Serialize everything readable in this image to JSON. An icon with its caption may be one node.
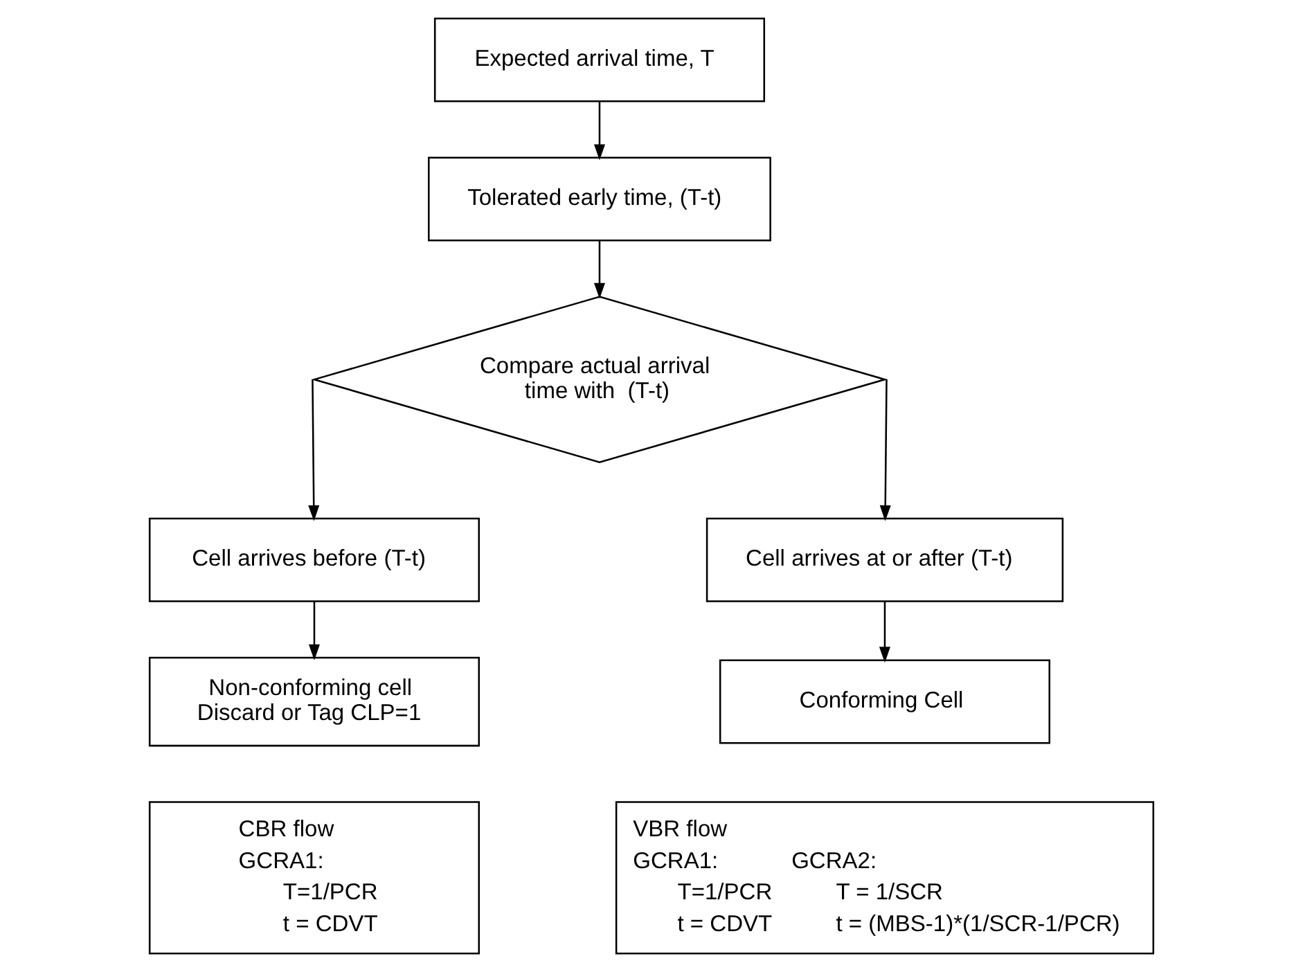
{
  "diagram": {
    "nodes": [
      {
        "text": [
          "Expected arrival time, T"
        ]
      },
      {
        "text": [
          "Tolerated early time, (T-t)"
        ]
      },
      {
        "text": [
          "Compare actual arrival time with  (T-t)"
        ]
      },
      {
        "text": [
          "Cell arrives before (T-t)"
        ]
      },
      {
        "text": [
          "Cell arrives at or after (T-t)"
        ]
      },
      {
        "text": [
          "Non-conforming cell Discard or Tag CLP=1"
        ]
      },
      {
        "text": [
          "Conforming Cell"
        ]
      },
      {
        "text": [
          "CBR flow",
          "GCRA1:",
          "T=1/PCR",
          "t = CDVT"
        ]
      },
      {
        "text": [
          "VBR flow",
          "GCRA1:",
          "GCRA2:",
          "T=1/PCR",
          "T = 1/SCR",
          "t = CDVT",
          "t = (MBS-1)*(1/SCR-1/PCR)"
        ]
      }
    ],
    "edges": [
      {
        "from": 0,
        "to": 1,
        "arrow": "to"
      },
      {
        "from": 1,
        "to": 2,
        "arrow": "to"
      },
      {
        "from": 2,
        "to": 3,
        "arrow": "to"
      },
      {
        "from": 2,
        "to": 4,
        "arrow": "to"
      },
      {
        "from": 3,
        "to": 5,
        "arrow": "to"
      },
      {
        "from": 4,
        "to": 6,
        "arrow": "to"
      }
    ]
  }
}
